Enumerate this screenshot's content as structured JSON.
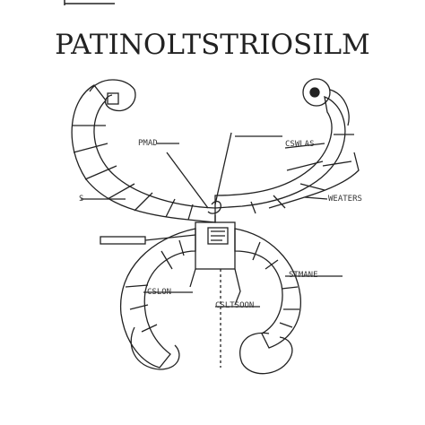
{
  "title": "PATINOLTSTRIOSILM",
  "labels": [
    {
      "id": "upper-left",
      "text": "PMAD"
    },
    {
      "id": "upper-right",
      "text": "CSWLAS"
    },
    {
      "id": "left-mid",
      "text": "S"
    },
    {
      "id": "right-mid",
      "text": "WEATERS"
    },
    {
      "id": "lower-right",
      "text": "STMANE"
    },
    {
      "id": "lower-left",
      "text": "CSLON"
    },
    {
      "id": "lower-center",
      "text": "CSLTSOON"
    }
  ],
  "colors": {
    "ink": "#222222",
    "paper": "#ffffff"
  }
}
